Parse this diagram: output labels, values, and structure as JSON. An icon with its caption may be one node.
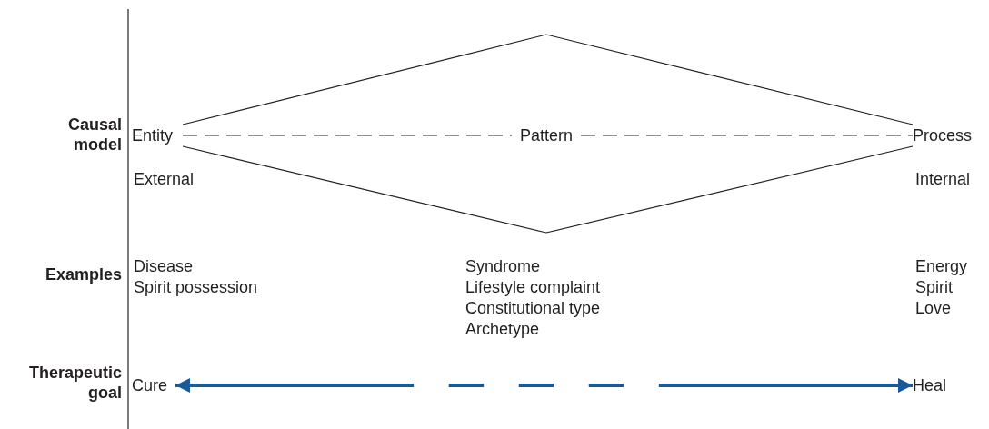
{
  "diagram": {
    "nodes": [
      {
        "text": [
          "Entity"
        ]
      },
      {
        "text": [
          "Pattern"
        ]
      },
      {
        "text": [
          "Process"
        ]
      },
      {
        "text": [
          "Cure"
        ]
      },
      {
        "text": [
          "Heal"
        ]
      }
    ],
    "edges": [
      {
        "from": 0,
        "to": 1,
        "arrow": "none",
        "style": "dashed"
      },
      {
        "from": 1,
        "to": 2,
        "arrow": "none",
        "style": "dashed"
      },
      {
        "from": 0,
        "to": 2,
        "arrow": "none"
      },
      {
        "from": 0,
        "to": 2,
        "arrow": "none"
      },
      {
        "from": 3,
        "to": 4,
        "arrow": "both",
        "style": "thick",
        "color": "#1a5a96"
      }
    ],
    "labels": [
      "Causal model",
      "External",
      "Internal",
      "Examples",
      "Disease",
      "Spirit possession",
      "Syndrome",
      "Lifestyle complaint",
      "Constitutional type",
      "Archetype",
      "Energy",
      "Spirit",
      "Love",
      "Therapeutic goal"
    ]
  }
}
